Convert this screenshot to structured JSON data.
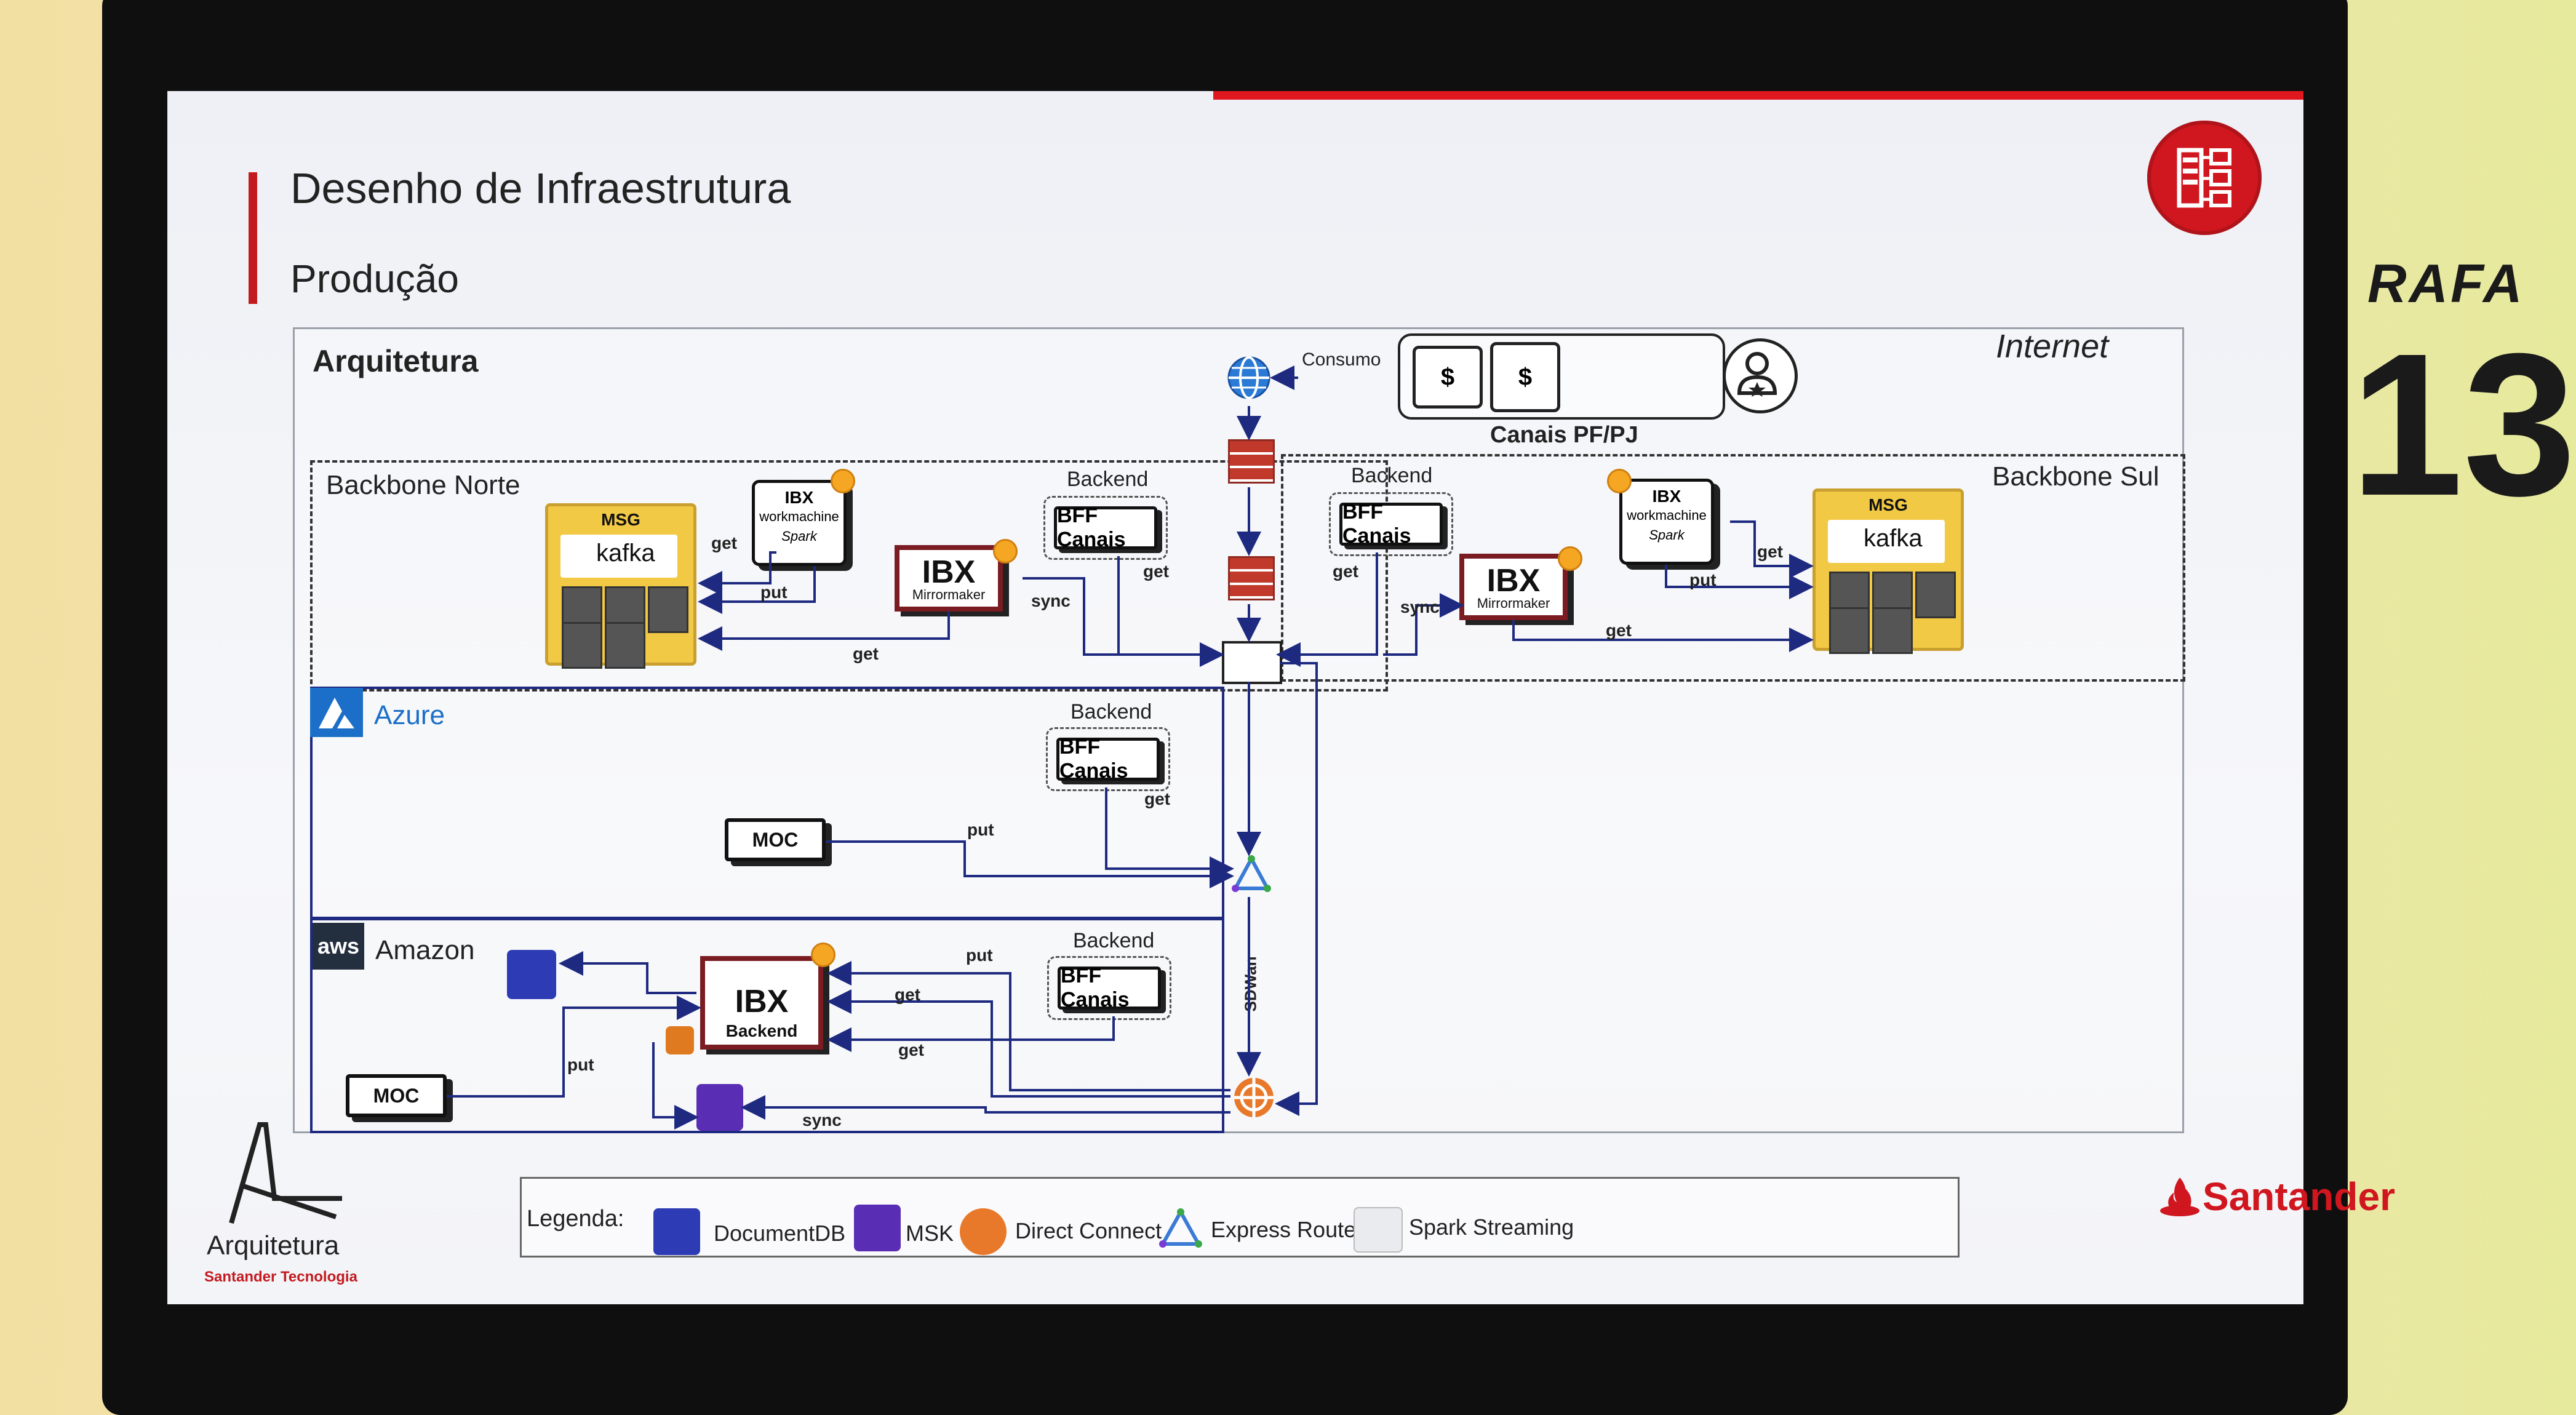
{
  "slide": {
    "title": "Desenho de Infraestrutura",
    "subtitle": "Produção",
    "section": "Arquitetura",
    "internet": "Internet"
  },
  "regions": {
    "norte": "Backbone Norte",
    "sul": "Backbone Sul",
    "azure": "Azure",
    "amazon": "Amazon",
    "aws_badge": "aws"
  },
  "channels": {
    "consumo": "Consumo",
    "label": "Canais PF/PJ",
    "device_symbol": "$"
  },
  "components": {
    "backend": "Backend",
    "bff": "BFF Canais",
    "moc": "MOC",
    "ibx": "IBX",
    "mirrormaker": "Mirrormaker",
    "ibx_backend": "Backend",
    "workmachine": "workmachine",
    "spark": "Spark",
    "streaming": "Streaming",
    "msg": "MSG",
    "kafka": "kafka",
    "sdwan": "SDWan"
  },
  "edges": {
    "get": "get",
    "put": "put",
    "sync": "sync"
  },
  "legend": {
    "title": "Legenda:",
    "items": [
      "DocumentDB",
      "MSK",
      "Direct Connect",
      "Express Route",
      "Spark Streaming"
    ]
  },
  "branding": {
    "santander": "Santander",
    "arq": "Arquitetura",
    "arq_sub": "Santander Tecnologia",
    "shirt_text": "RAFA",
    "shirt_num": "13"
  },
  "colors": {
    "accent": "#d0161e",
    "line": "#1e2a80",
    "msg_yellow": "#f2c944",
    "mirrormaker": "#7a1c22"
  }
}
